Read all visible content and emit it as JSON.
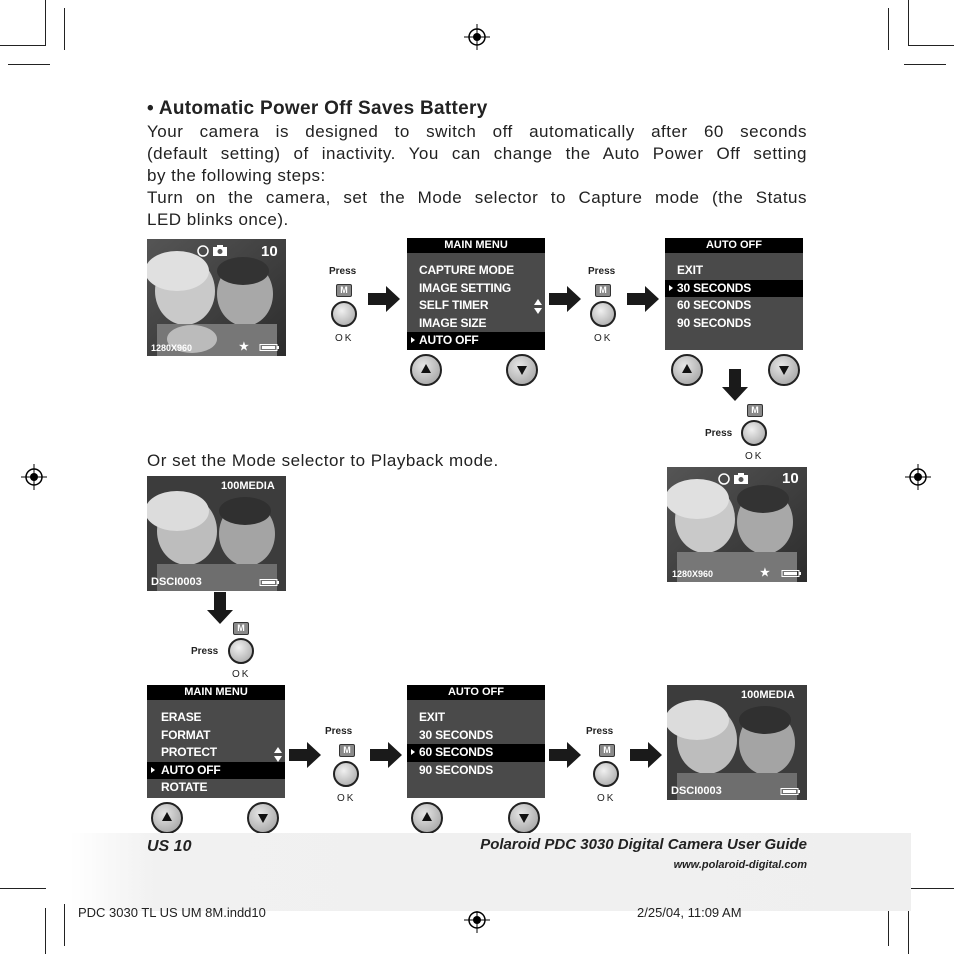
{
  "heading": "• Automatic Power Off Saves Battery",
  "paragraph1_lines": [
    "Your camera is designed to switch off automatically after 60 seconds",
    "(default setting) of inactivity. You can change the Auto Power Off setting",
    "by the following steps:"
  ],
  "paragraph2_lines": [
    "Turn on the camera, set the Mode selector to Capture mode (the Status",
    "LED blinks once)."
  ],
  "playback_text": "Or set the Mode selector to Playback mode.",
  "press_label": "Press",
  "m_label": "M",
  "ok_label": "OK",
  "capture_screen": {
    "count": "10",
    "resolution": "1280X960"
  },
  "playback_screen": {
    "folder": "100MEDIA",
    "filename": "DSCI0003"
  },
  "capture_main_menu": {
    "title": "MAIN MENU",
    "items": [
      "CAPTURE MODE",
      "IMAGE SETTING",
      "SELF TIMER",
      "IMAGE SIZE",
      "AUTO OFF"
    ],
    "selected": 4
  },
  "capture_auto_off": {
    "title": "AUTO OFF",
    "items": [
      "EXIT",
      "30 SECONDS",
      "60 SECONDS",
      "90 SECONDS"
    ],
    "selected": 1
  },
  "playback_main_menu": {
    "title": "MAIN MENU",
    "items": [
      "ERASE",
      "FORMAT",
      "PROTECT",
      "AUTO OFF",
      "ROTATE"
    ],
    "selected": 3
  },
  "playback_auto_off": {
    "title": "AUTO OFF",
    "items": [
      "EXIT",
      "30 SECONDS",
      "60 SECONDS",
      "90 SECONDS"
    ],
    "selected": 2
  },
  "footer": {
    "page": "US 10",
    "guide_title": "Polaroid PDC 3030 Digital Camera User Guide",
    "url": "www.polaroid-digital.com"
  },
  "slug": {
    "file": "PDC 3030 TL US UM 8M.indd10",
    "date": "2/25/04, 11:09 AM"
  }
}
